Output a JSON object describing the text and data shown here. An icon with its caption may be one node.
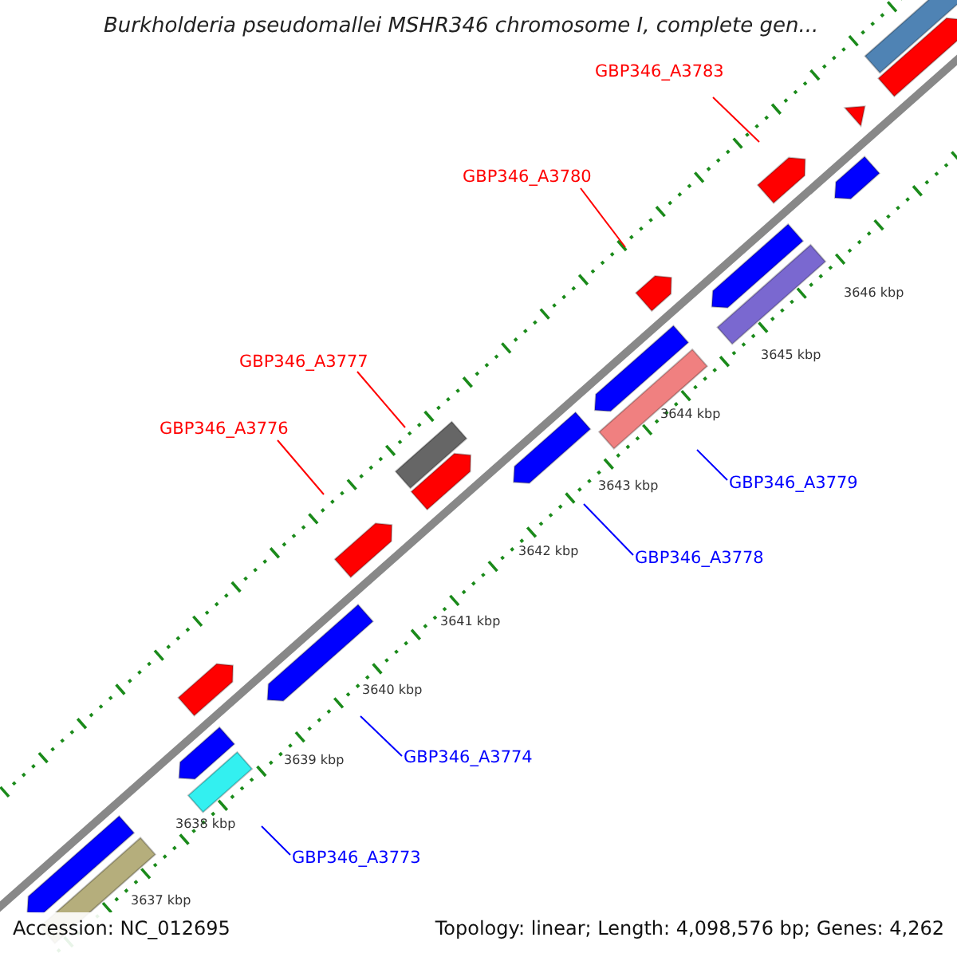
{
  "diagram": {
    "title": "Burkholderia pseudomallei MSHR346 chromosome I, complete gen...",
    "nodes": [
      {
        "text": [
          "GBP346_A3783"
        ]
      },
      {
        "text": [
          "GBP346_A3780"
        ]
      },
      {
        "text": [
          "GBP346_A3777"
        ]
      },
      {
        "text": [
          "GBP346_A3776"
        ]
      },
      {
        "text": [
          "GBP346_A3779"
        ]
      },
      {
        "text": [
          "GBP346_A3778"
        ]
      },
      {
        "text": [
          "GBP346_A3774"
        ]
      },
      {
        "text": [
          "GBP346_A3773"
        ]
      }
    ],
    "edges": [
      {
        "from": 0,
        "to": null,
        "arrow": "none",
        "color": "#ff0000"
      },
      {
        "from": 1,
        "to": null,
        "arrow": "none",
        "color": "#ff0000"
      },
      {
        "from": 2,
        "to": null,
        "arrow": "none",
        "color": "#ff0000"
      },
      {
        "from": 3,
        "to": null,
        "arrow": "none",
        "color": "#ff0000"
      },
      {
        "from": 4,
        "to": null,
        "arrow": "none",
        "color": "#0000ff"
      },
      {
        "from": 5,
        "to": null,
        "arrow": "none",
        "color": "#0000ff"
      },
      {
        "from": 6,
        "to": null,
        "arrow": "none",
        "color": "#0000ff"
      },
      {
        "from": 7,
        "to": null,
        "arrow": "none",
        "color": "#0000ff"
      }
    ],
    "labels": [
      "3646 kbp",
      "3645 kbp",
      "3644 kbp",
      "3643 kbp",
      "3642 kbp",
      "3641 kbp",
      "3640 kbp",
      "3639 kbp",
      "3638 kbp",
      "3637 kbp",
      "Accession: NC_012695",
      "Topology: linear; Length: 4,098,576 bp; Genes: 4,262"
    ]
  }
}
